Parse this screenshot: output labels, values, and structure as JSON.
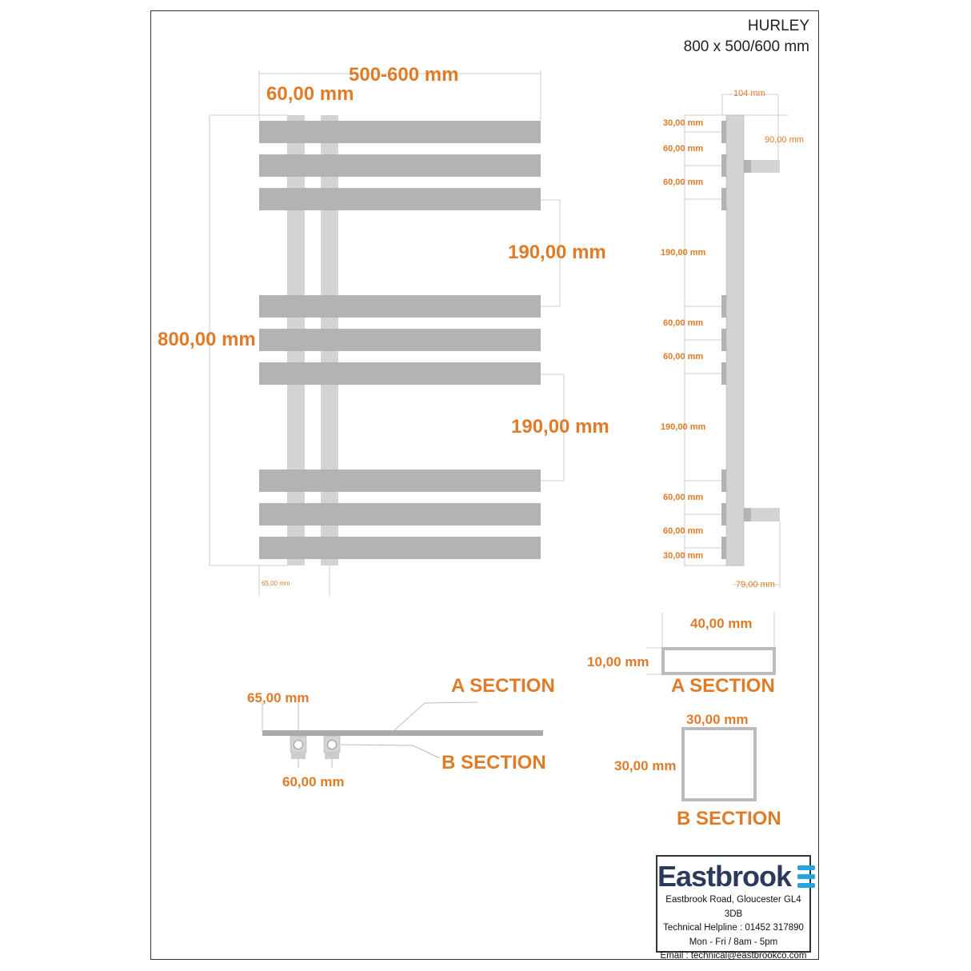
{
  "header": {
    "model": "HURLEY",
    "size": "800 x 500/600 mm"
  },
  "front_view": {
    "width_label": "500-600 mm",
    "upright_spacing_label": "60,00 mm",
    "height_label": "800,00 mm",
    "gap_upper_label": "190,00 mm",
    "gap_lower_label": "190,00 mm",
    "offset_label": "65,00 mm"
  },
  "side_view": {
    "depth_label": "104 mm",
    "bracket_label": "90,00 mm",
    "bottom_label": "79,00 mm",
    "spacing_labels": [
      "30,00 mm",
      "60,00 mm",
      "60,00 mm",
      "190,00 mm",
      "60,00 mm",
      "60,00 mm",
      "190,00 mm",
      "60,00 mm",
      "60,00 mm",
      "30,00 mm"
    ]
  },
  "plan_view": {
    "offset_label": "65,00 mm",
    "spacing_label": "60,00 mm",
    "a_section_label": "A SECTION",
    "b_section_label": "B SECTION"
  },
  "a_section": {
    "width_label": "40,00 mm",
    "height_label": "10,00 mm",
    "title": "A SECTION"
  },
  "b_section": {
    "width_label": "30,00 mm",
    "height_label": "30,00 mm",
    "title": "B SECTION"
  },
  "contact": {
    "brand": "Eastbrook",
    "address": "Eastbrook Road, Gloucester GL4 3DB",
    "helpline": "Technical Helpline : 01452 317890",
    "hours": "Mon - Fri / 8am - 5pm",
    "email": "Email : technical@eastbrookco.com"
  },
  "colors": {
    "accent": "#e07b28",
    "bar": "#b3b3b3",
    "upright": "#d3d3d3",
    "brand": "#2b3a5c",
    "brand_icon": "#29a3dc"
  }
}
